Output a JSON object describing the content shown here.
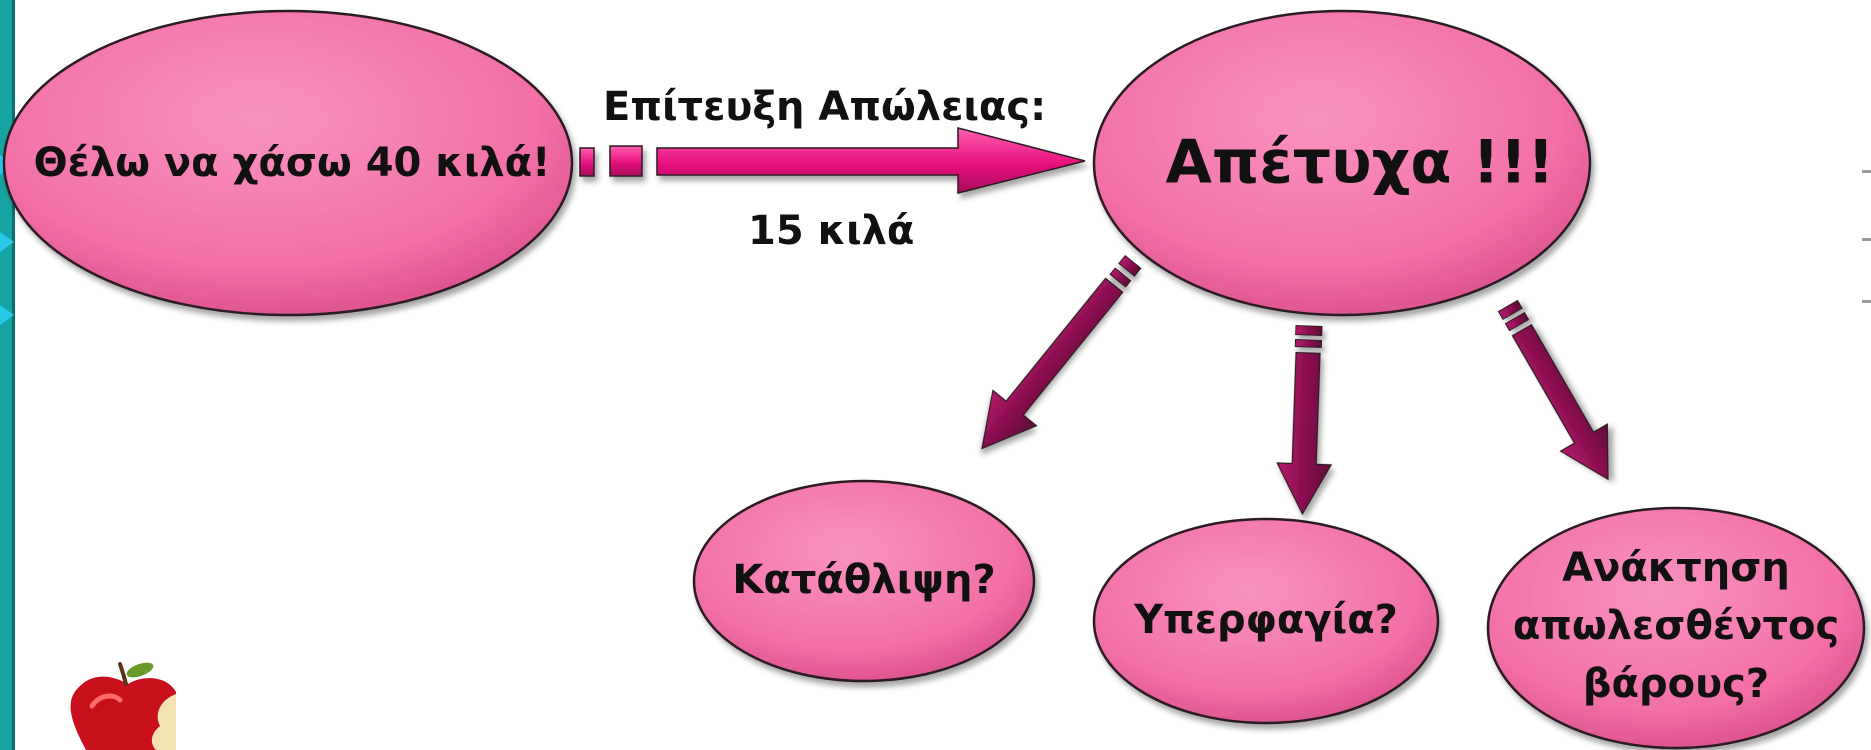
{
  "colors": {
    "node_fill": "#f26fa6",
    "node_stroke": "#2b1a22",
    "arrow_pink": "#e8117f",
    "arrow_dark": "#8c0f52",
    "sidebar": "#16a3a3"
  },
  "nodes": {
    "goal": "Θέλω να χάσω 40 κιλά!",
    "failed": "Απέτυχα !!!",
    "depression": "Κατάθλιψη?",
    "overeating": "Υπερφαγία?",
    "regain_line1": "Ανάκτηση",
    "regain_line2": "απωλεσθέντος",
    "regain_line3": "βάρους?"
  },
  "edge_label": {
    "top": "Επίτευξη Απώλειας:",
    "bottom": "15 κιλά"
  },
  "decor": {
    "apple_icon": "bitten-apple-icon"
  }
}
